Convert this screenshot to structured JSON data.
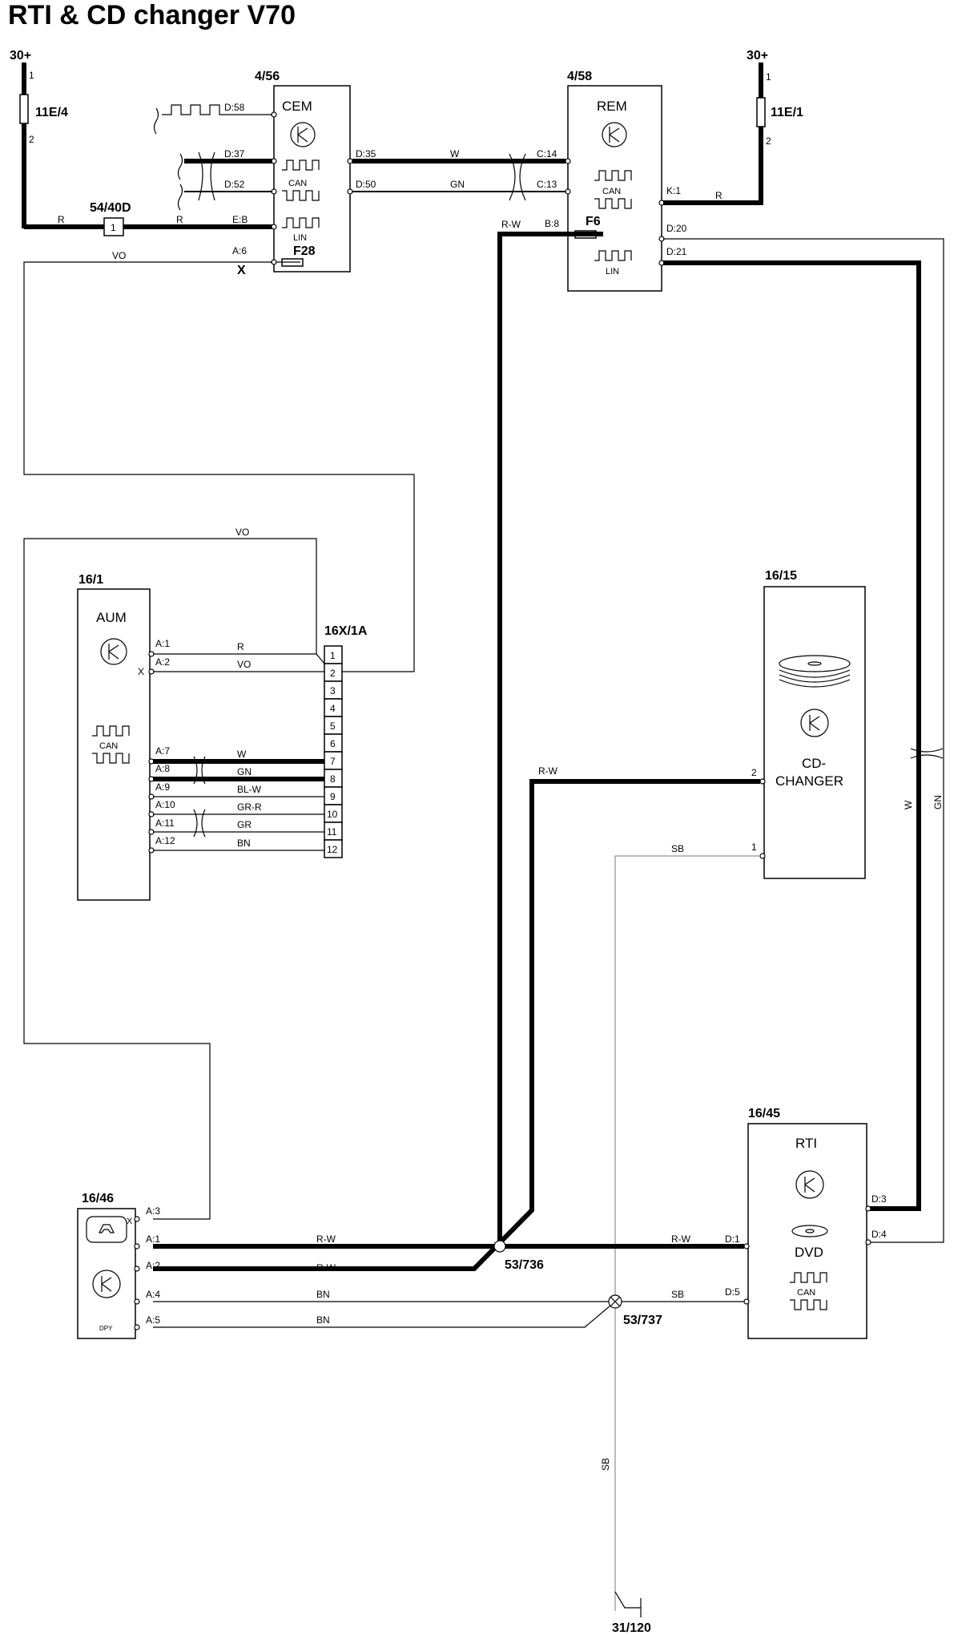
{
  "title": "RTI & CD changer V70",
  "supplies": [
    {
      "label": "30+",
      "pin_top": "1",
      "pin_bottom": "2",
      "fuse": "11E/4"
    },
    {
      "label": "30+",
      "pin_top": "1",
      "pin_bottom": "2",
      "fuse": "11E/1"
    }
  ],
  "splice_5440d": {
    "label": "54/40D",
    "pin": "1"
  },
  "cem": {
    "id": "4/56",
    "name": "CEM",
    "can": "CAN",
    "lin": "LIN",
    "fuse": "F28",
    "x_mark": "X",
    "pins": [
      "D:58",
      "D:37",
      "D:52",
      "E:B",
      "A:6",
      "D:35",
      "D:50"
    ]
  },
  "rem": {
    "id": "4/58",
    "name": "REM",
    "can": "CAN",
    "lin": "LIN",
    "fuse": "F6",
    "pins": [
      "C:14",
      "C:13",
      "B:8",
      "K:1",
      "D:20",
      "D:21"
    ]
  },
  "aum": {
    "id": "16/1",
    "name": "AUM",
    "can": "CAN",
    "x_mark": "X",
    "pins": [
      "A:1",
      "A:2",
      "A:7",
      "A:8",
      "A:9",
      "A:10",
      "A:11",
      "A:12"
    ]
  },
  "connector": {
    "id": "16X/1A",
    "pins": [
      "1",
      "2",
      "3",
      "4",
      "5",
      "6",
      "7",
      "8",
      "9",
      "10",
      "11",
      "12"
    ]
  },
  "cd_changer": {
    "id": "16/15",
    "name_line1": "CD-",
    "name_line2": "CHANGER",
    "pins": [
      "2",
      "1"
    ]
  },
  "rti": {
    "id": "16/45",
    "name": "RTI",
    "dvd": "DVD",
    "can": "CAN",
    "pins": [
      "D:3",
      "D:4",
      "D:1",
      "D:5"
    ]
  },
  "dpy": {
    "id": "16/46",
    "name": "DPY",
    "x_mark": "X",
    "pins": [
      "A:3",
      "A:1",
      "A:2",
      "A:4",
      "A:5"
    ]
  },
  "splices": [
    "53/736",
    "53/737"
  ],
  "ground": "31/120",
  "wire_colors": {
    "r1": "R",
    "r2": "R",
    "r3": "R",
    "vo_top": "VO",
    "vo_mid": "VO",
    "w_can": "W",
    "gn_can": "GN",
    "rw_rem": "R-W",
    "aum_r": "R",
    "aum_vo": "VO",
    "aum_w": "W",
    "aum_gn": "GN",
    "aum_blw": "BL-W",
    "aum_grr": "GR-R",
    "aum_gr": "GR",
    "aum_bn": "BN",
    "cd_rw": "R-W",
    "cd_sb": "SB",
    "dpy_rw1": "R-W",
    "dpy_rw2": "R-W",
    "dpy_bn1": "BN",
    "dpy_bn2": "BN",
    "rti_rw": "R-W",
    "rti_sb": "SB",
    "gnd_sb": "SB",
    "vert_w": "W",
    "vert_gn": "GN"
  }
}
